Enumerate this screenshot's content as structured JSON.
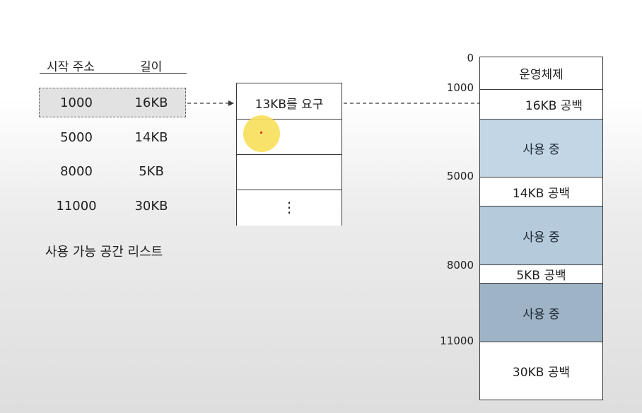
{
  "free_list": {
    "headers": {
      "start": "시작 주소",
      "length": "길이"
    },
    "rows": [
      {
        "start": "1000",
        "length": "16KB",
        "highlighted": true
      },
      {
        "start": "5000",
        "length": "14KB"
      },
      {
        "start": "8000",
        "length": "5KB"
      },
      {
        "start": "11000",
        "length": "30KB"
      }
    ],
    "caption": "사용 가능 공간 리스트"
  },
  "request_queue": {
    "slots": [
      "13KB를 요구",
      "",
      "",
      "⋮"
    ]
  },
  "memory_map": {
    "segments": [
      {
        "label": "운영체제",
        "kind": "os",
        "color": "#ffffff"
      },
      {
        "label": "16KB 공백",
        "kind": "free",
        "color": "#ffffff"
      },
      {
        "label": "사용 중",
        "kind": "used",
        "color": "#c3d6e5"
      },
      {
        "label": "14KB 공백",
        "kind": "free",
        "color": "#ffffff"
      },
      {
        "label": "사용 중",
        "kind": "used",
        "color": "#b5cadb"
      },
      {
        "label": "5KB 공백",
        "kind": "free",
        "color": "#ffffff"
      },
      {
        "label": "사용 중",
        "kind": "used",
        "color": "#9eb3c6"
      },
      {
        "label": "30KB 공백",
        "kind": "free",
        "color": "#ffffff"
      }
    ],
    "addresses": [
      "0",
      "1000",
      "5000",
      "8000",
      "11000"
    ]
  },
  "colors": {
    "highlight_fill": "#e2e2e2",
    "cursor_highlight": "#f8e05c",
    "line": "#3a3a3a"
  }
}
